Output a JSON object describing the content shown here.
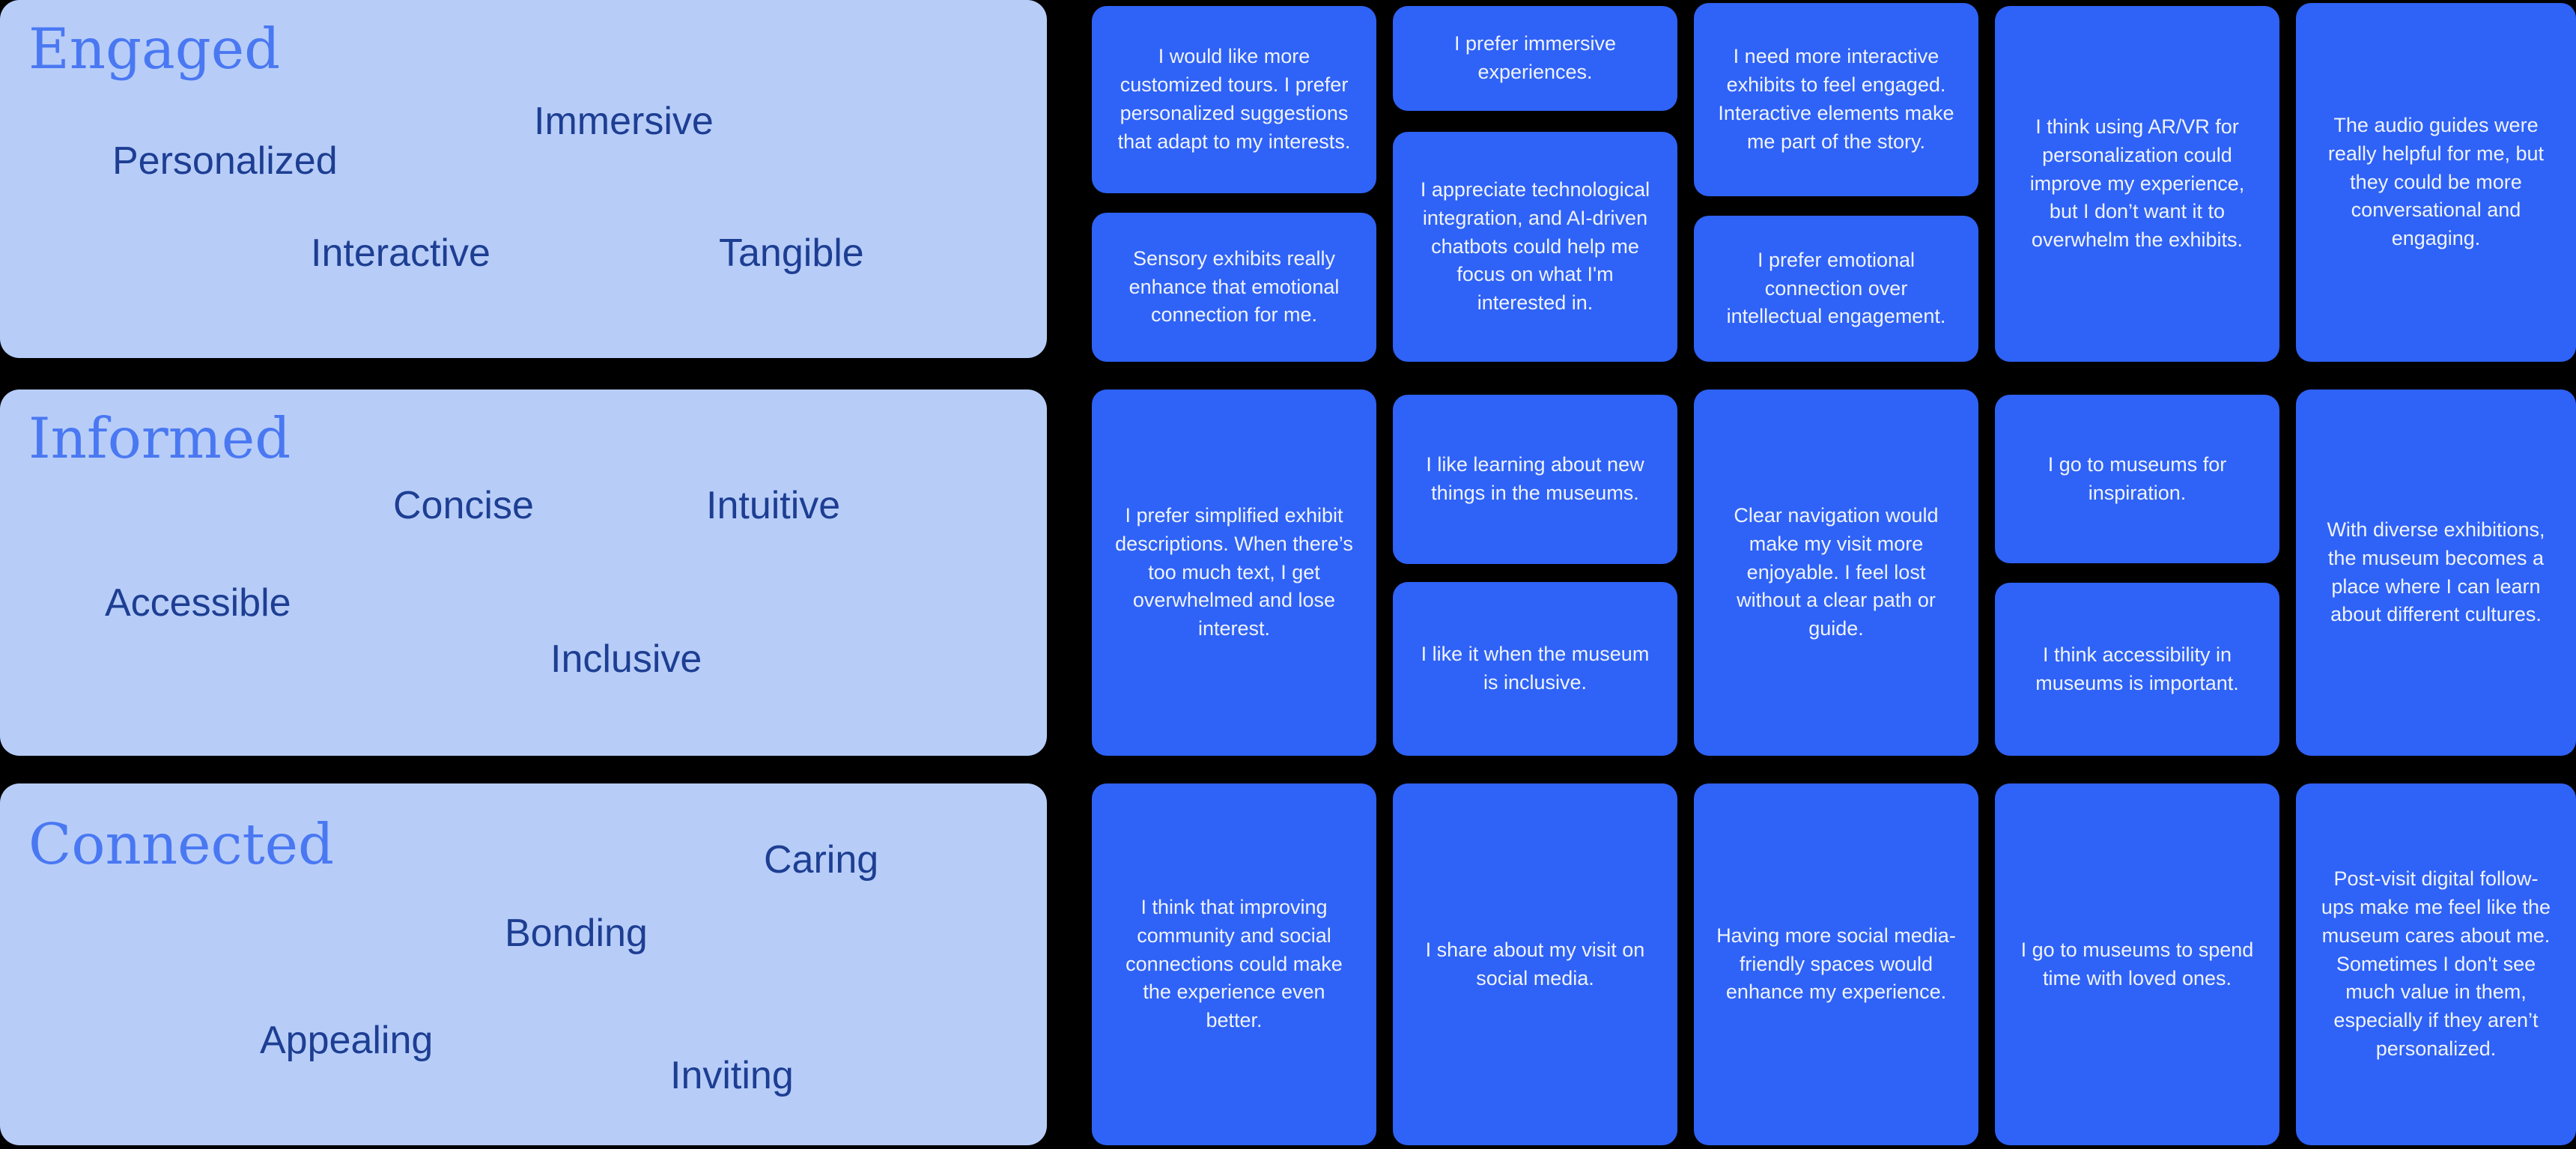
{
  "colors": {
    "background": "#000000",
    "card_bg": "#b7cdf8",
    "note_bg": "#2f62f6",
    "note_text": "#eef3fc",
    "header_text": "#4a78f2",
    "keyword_text": "#1d3e92"
  },
  "groups": [
    {
      "name": "Engaged",
      "keywords": [
        "Immersive",
        "Personalized",
        "Interactive",
        "Tangible"
      ],
      "notes": [
        {
          "text": "I would like more customized tours. I prefer personalized suggestions that adapt to my interests."
        },
        {
          "text": "Sensory exhibits really enhance that emotional connection for me."
        },
        {
          "text": "I prefer immersive experiences."
        },
        {
          "text": "I appreciate technological integration, and AI-driven chatbots could help me focus on what I'm interested in."
        },
        {
          "text": "I need more interactive exhibits to feel engaged. Interactive elements make me part of the story."
        },
        {
          "text": "I prefer emotional connection over intellectual engagement."
        },
        {
          "text": "I think using AR/VR for personalization could improve my experience, but I don’t want it to overwhelm the exhibits."
        },
        {
          "text": "The audio guides were really helpful for me, but they could be more conversational and engaging."
        }
      ]
    },
    {
      "name": "Informed",
      "keywords": [
        "Concise",
        "Intuitive",
        "Accessible",
        "Inclusive"
      ],
      "notes": [
        {
          "text": "I prefer simplified exhibit descriptions. When there’s too much text, I get overwhelmed and lose interest."
        },
        {
          "text": "I like learning about new things in the museums."
        },
        {
          "text": "I like it when the museum is inclusive."
        },
        {
          "text": "Clear navigation would make my visit more enjoyable.  I feel lost without a clear path or guide."
        },
        {
          "text": "I go to museums for inspiration."
        },
        {
          "text": "I think accessibility in museums is important."
        },
        {
          "text": "With diverse exhibitions, the museum becomes a place where I can learn about different cultures."
        }
      ]
    },
    {
      "name": "Connected",
      "keywords": [
        "Caring",
        "Bonding",
        "Appealing",
        "Inviting"
      ],
      "notes": [
        {
          "text": "I think that improving community and social connections could make the experience even better."
        },
        {
          "text": "I share about my visit on social media."
        },
        {
          "text": "Having more social media-friendly spaces would enhance my experience."
        },
        {
          "text": "I go to museums to spend time with loved ones."
        },
        {
          "text": "Post-visit digital follow-ups make me feel like the museum cares about me. Sometimes I don't see much value in them, especially if they aren’t personalized."
        }
      ]
    }
  ]
}
